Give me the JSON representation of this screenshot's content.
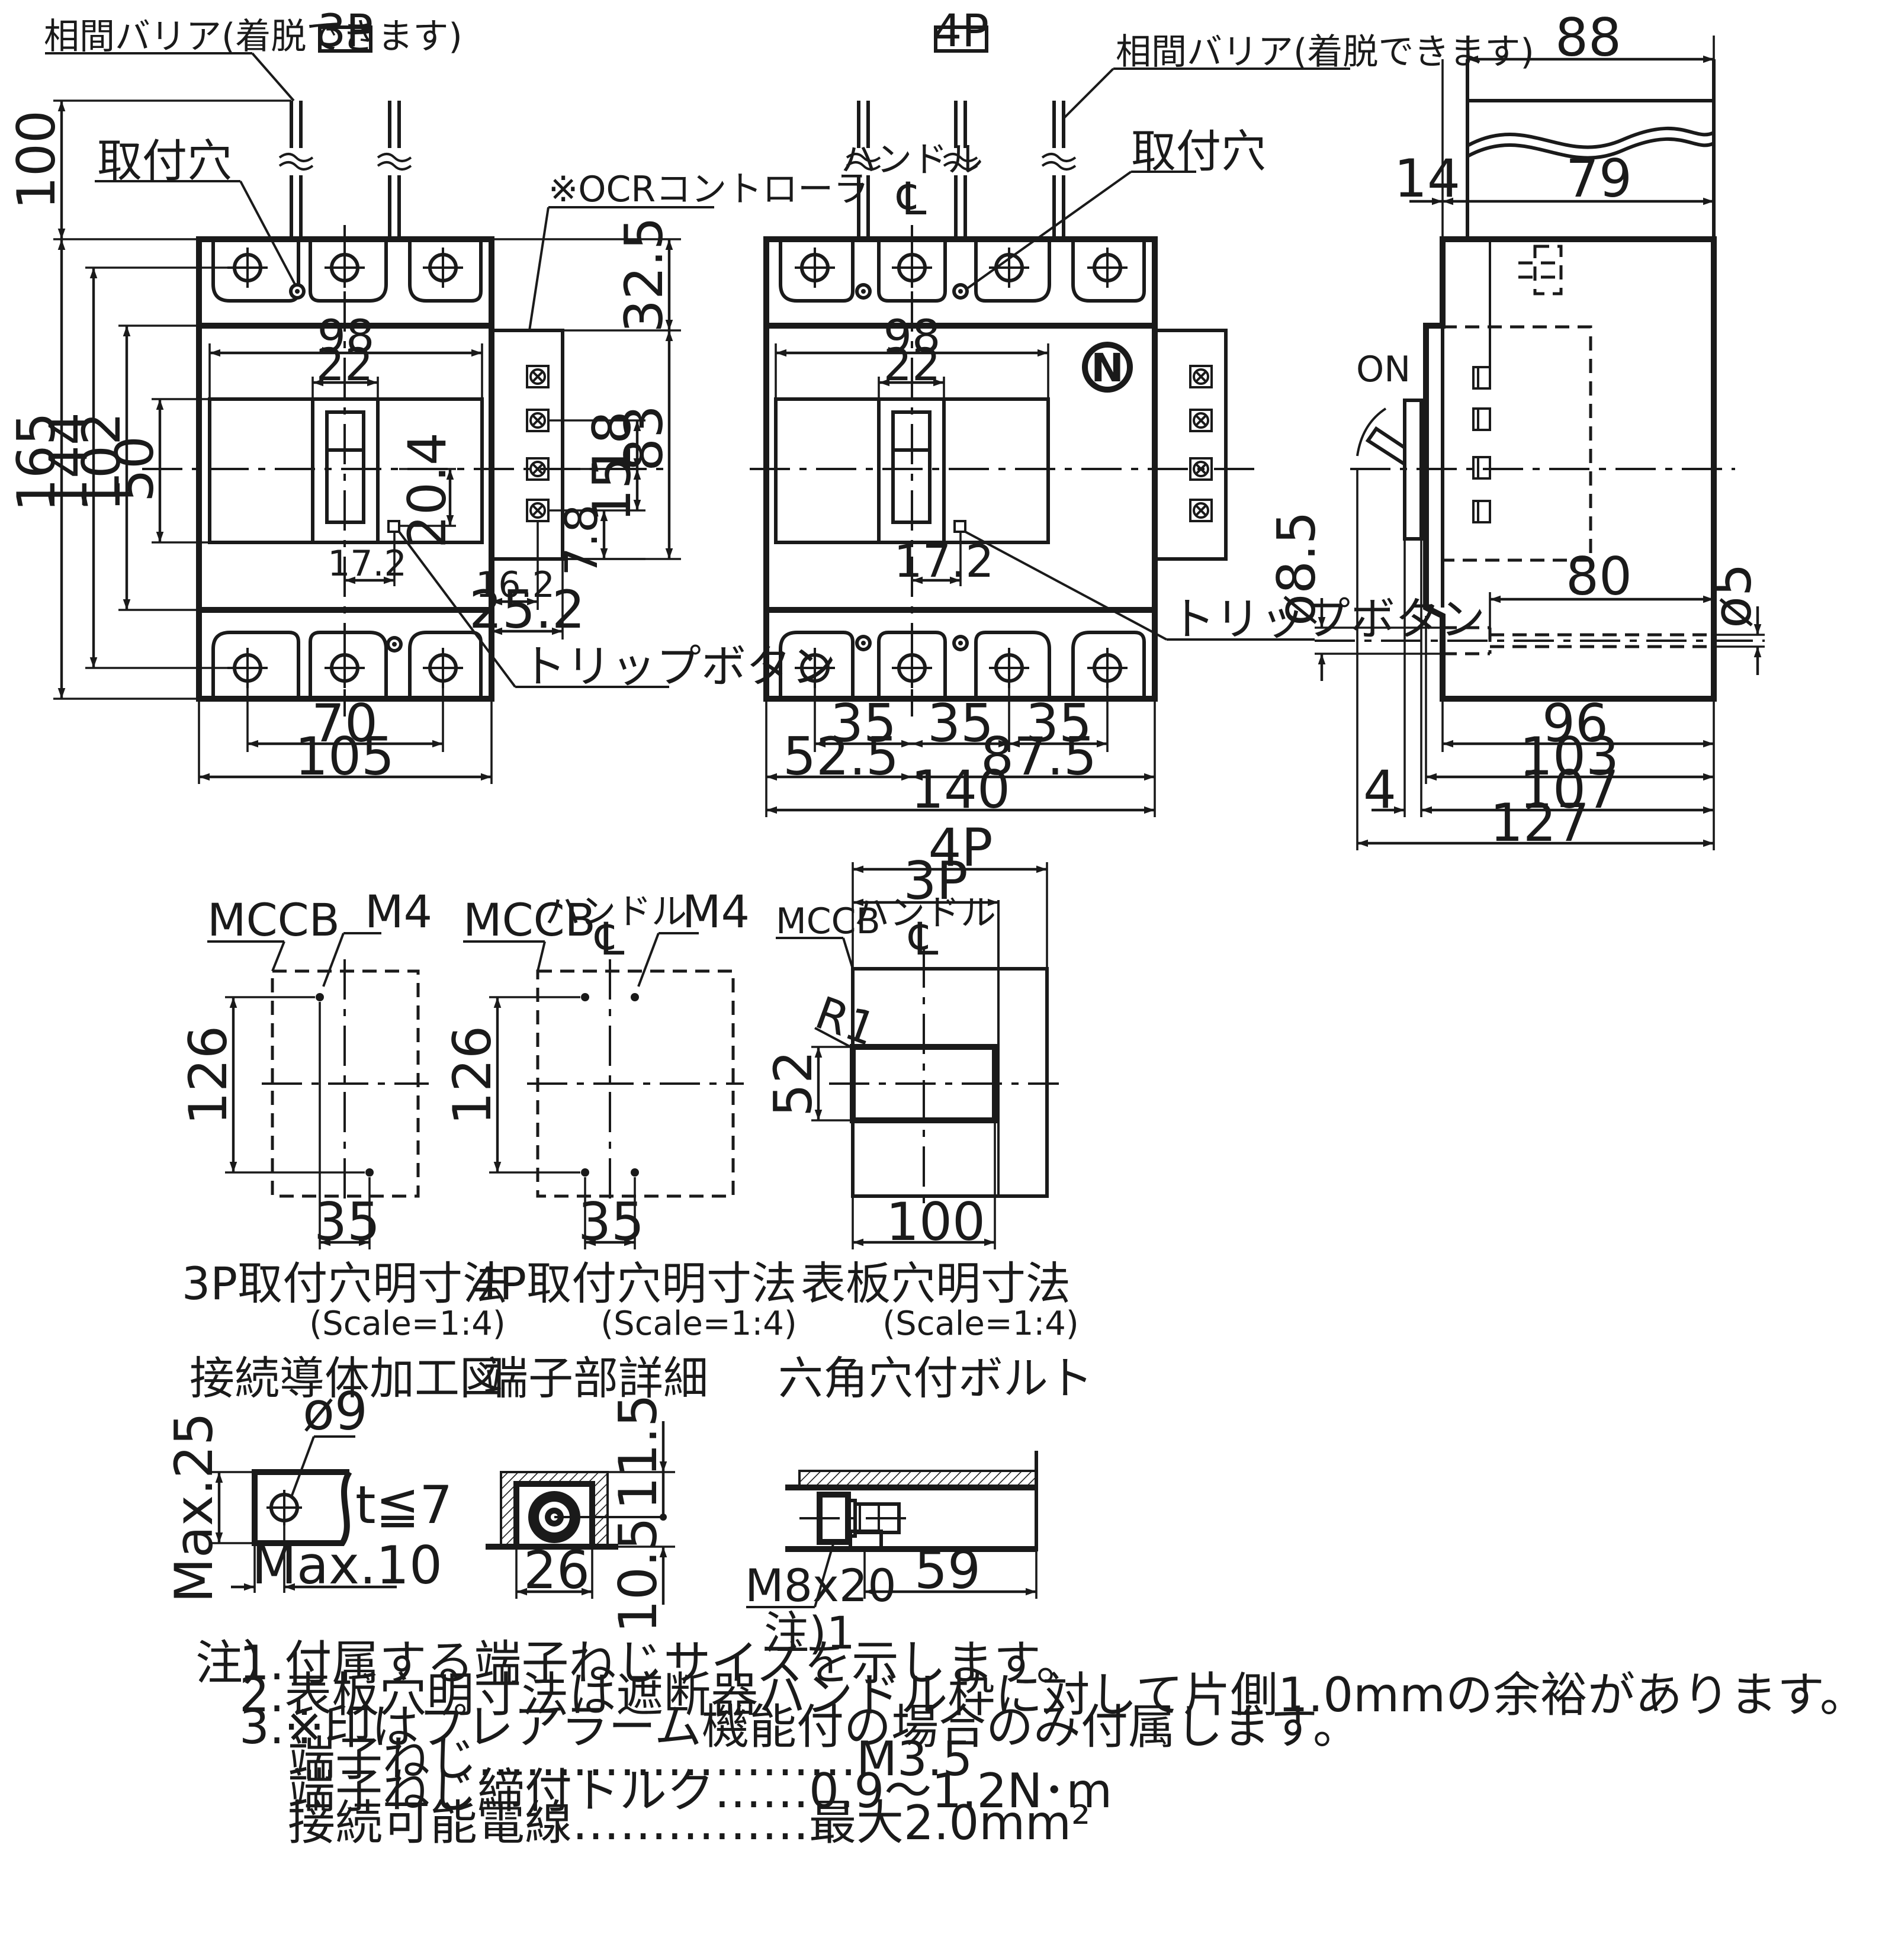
{
  "labels": {
    "phase_barrier": "相間バリア(着脱できます)",
    "mounting_hole": "取付穴",
    "ocr_controller": "※OCRコントローラ",
    "trip_button": "トリップボタン",
    "handle": "ハンドル",
    "on": "ON",
    "mccb": "MCCB",
    "m4": "M4",
    "centerline": "℄",
    "r1": "R1",
    "t_le_7": "t≦7",
    "m8x20": "M8x20",
    "note_ref": "注)1",
    "title_3p": "3P",
    "title_4p": "4P"
  },
  "section_titles": {
    "cutout_3p": "3P取付穴明寸法",
    "cutout_4p": "4P取付穴明寸法",
    "panel_cutout": "表板穴明寸法",
    "scale": "(Scale=1:4)",
    "conductor": "接続導体加工図",
    "terminal_detail": "端子部詳細",
    "hex_bolt": "六角穴付ボルト"
  },
  "dims_3p": {
    "h100": "100",
    "h165": "165",
    "h144": "144",
    "h102": "102",
    "h50": "50",
    "w98": "98",
    "w22": "22",
    "h20_4": "20.4",
    "w17_2": "17.2",
    "h32_5": "32.5",
    "h83": "83",
    "h18": "18",
    "h15": "15",
    "h7_8": "7.8",
    "w16_2": "16.2",
    "w25_2": "25.2",
    "w70": "70",
    "w105": "105"
  },
  "dims_4p": {
    "w98": "98",
    "w22": "22",
    "w17_2": "17.2",
    "w35a": "35",
    "w35b": "35",
    "w35c": "35",
    "w52_5": "52.5",
    "w87_5": "87.5",
    "w140": "140"
  },
  "dims_side": {
    "w88": "88",
    "w14": "14",
    "w79": "79",
    "d8_5": "ø8.5",
    "w80": "80",
    "d5": "ø5",
    "w96": "96",
    "w103": "103",
    "w107": "107",
    "w4": "4",
    "w127": "127"
  },
  "dims_cutouts": {
    "h126_3p": "126",
    "w35_3p": "35",
    "h126_4p": "126",
    "w35_4p": "35",
    "w4p": "4P",
    "w3p": "3P",
    "h52": "52",
    "w100": "100"
  },
  "dims_details": {
    "d9": "ø9",
    "max25": "Max.25",
    "max10": "Max.10",
    "h11_5": "11.5",
    "h10_5": "10.5",
    "w26": "26",
    "w59": "59"
  },
  "notes": {
    "prefix": "注）",
    "n1": "1.付属する端子ねじサイズを示します。",
    "n2": "2.表板穴明寸法は遮断器ハンドル枠に対して片側1.0mmの余裕があります。",
    "n3": "3.※印はプレアラーム機能付の場合のみ付属します。",
    "spec1_label": "端子ねじ",
    "spec1_dots": "……………………",
    "spec1_value": "M3.5",
    "spec2_label": "端子ねじ締付トルク",
    "spec2_dots": "……",
    "spec2_value": "0.9〜1.2N･m",
    "spec3_label": "接続可能電線",
    "spec3_dots": "……………",
    "spec3_value": "最大2.0mm²"
  }
}
